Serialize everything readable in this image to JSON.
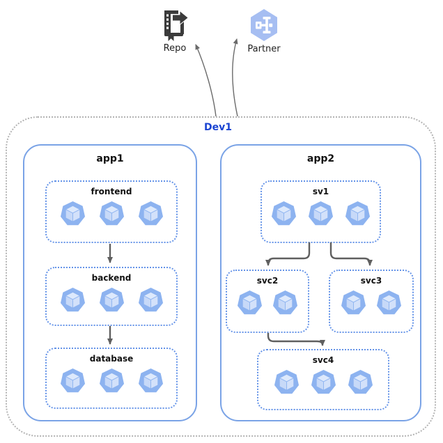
{
  "diagram": {
    "external_nodes": {
      "repo": {
        "label": "Repo",
        "icon": "source-repository-icon"
      },
      "partner": {
        "label": "Partner",
        "icon": "partner-interconnect-icon"
      }
    },
    "cluster": {
      "label": "Dev1"
    },
    "apps": [
      {
        "label": "app1",
        "groups": [
          {
            "label": "frontend",
            "pod_count": 3
          },
          {
            "label": "backend",
            "pod_count": 3
          },
          {
            "label": "database",
            "pod_count": 3
          }
        ]
      },
      {
        "label": "app2",
        "groups": [
          {
            "label": "sv1",
            "pod_count": 3
          },
          {
            "label": "svc2",
            "pod_count": 2
          },
          {
            "label": "svc3",
            "pod_count": 2
          },
          {
            "label": "svc4",
            "pod_count": 3
          }
        ]
      }
    ],
    "edges": [
      {
        "from": "Dev1",
        "to": "Repo"
      },
      {
        "from": "Dev1",
        "to": "Partner"
      },
      {
        "from": "frontend",
        "to": "backend"
      },
      {
        "from": "backend",
        "to": "database"
      },
      {
        "from": "sv1",
        "to": "svc2"
      },
      {
        "from": "sv1",
        "to": "svc3"
      },
      {
        "from": "svc2",
        "to": "svc4"
      }
    ],
    "colors": {
      "cluster_border": "#b3b3b3",
      "app_border": "#7aa3e6",
      "group_border": "#6493e8",
      "cluster_label": "#1b44d2",
      "pod_fill": "#8db3f0",
      "pod_cube_light": "#dde9fc",
      "arrow": "#5f5f5f",
      "partner_hexagon": "#a6bef2",
      "repo_icon": "#3b3b3b"
    }
  }
}
